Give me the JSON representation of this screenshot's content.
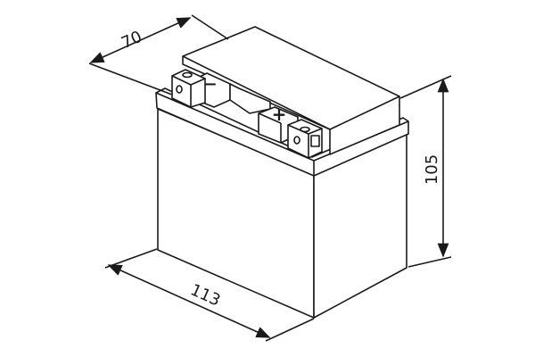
{
  "diagram": {
    "subject": "battery",
    "dimensions": {
      "length": "113",
      "width": "70",
      "height": "105"
    },
    "terminals": {
      "negative": "−",
      "positive": "+"
    },
    "colors": {
      "line": "#1a1a1a",
      "background": "#ffffff"
    }
  }
}
